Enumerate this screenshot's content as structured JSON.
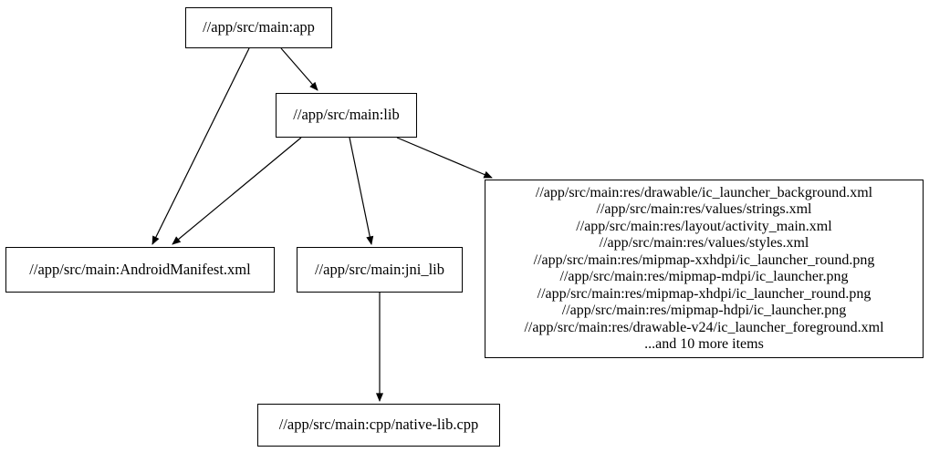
{
  "diagram": {
    "type": "dependency-graph",
    "background_color": "#ffffff",
    "node_border_color": "#000000",
    "edge_color": "#000000",
    "text_color": "#000000"
  },
  "nodes": {
    "app": {
      "label": "//app/src/main:app"
    },
    "lib": {
      "label": "//app/src/main:lib"
    },
    "manifest": {
      "label": "//app/src/main:AndroidManifest.xml"
    },
    "jni_lib": {
      "label": "//app/src/main:jni_lib"
    },
    "resources": {
      "lines": [
        "//app/src/main:res/drawable/ic_launcher_background.xml",
        "//app/src/main:res/values/strings.xml",
        "//app/src/main:res/layout/activity_main.xml",
        "//app/src/main:res/values/styles.xml",
        "//app/src/main:res/mipmap-xxhdpi/ic_launcher_round.png",
        "//app/src/main:res/mipmap-mdpi/ic_launcher.png",
        "//app/src/main:res/mipmap-xhdpi/ic_launcher_round.png",
        "//app/src/main:res/mipmap-hdpi/ic_launcher.png",
        "//app/src/main:res/drawable-v24/ic_launcher_foreground.xml",
        "...and 10 more items"
      ]
    },
    "native_cpp": {
      "label": "//app/src/main:cpp/native-lib.cpp"
    }
  },
  "edges": [
    {
      "from": "app",
      "to": "lib"
    },
    {
      "from": "app",
      "to": "manifest"
    },
    {
      "from": "lib",
      "to": "manifest"
    },
    {
      "from": "lib",
      "to": "jni_lib"
    },
    {
      "from": "lib",
      "to": "resources"
    },
    {
      "from": "jni_lib",
      "to": "native_cpp"
    }
  ]
}
